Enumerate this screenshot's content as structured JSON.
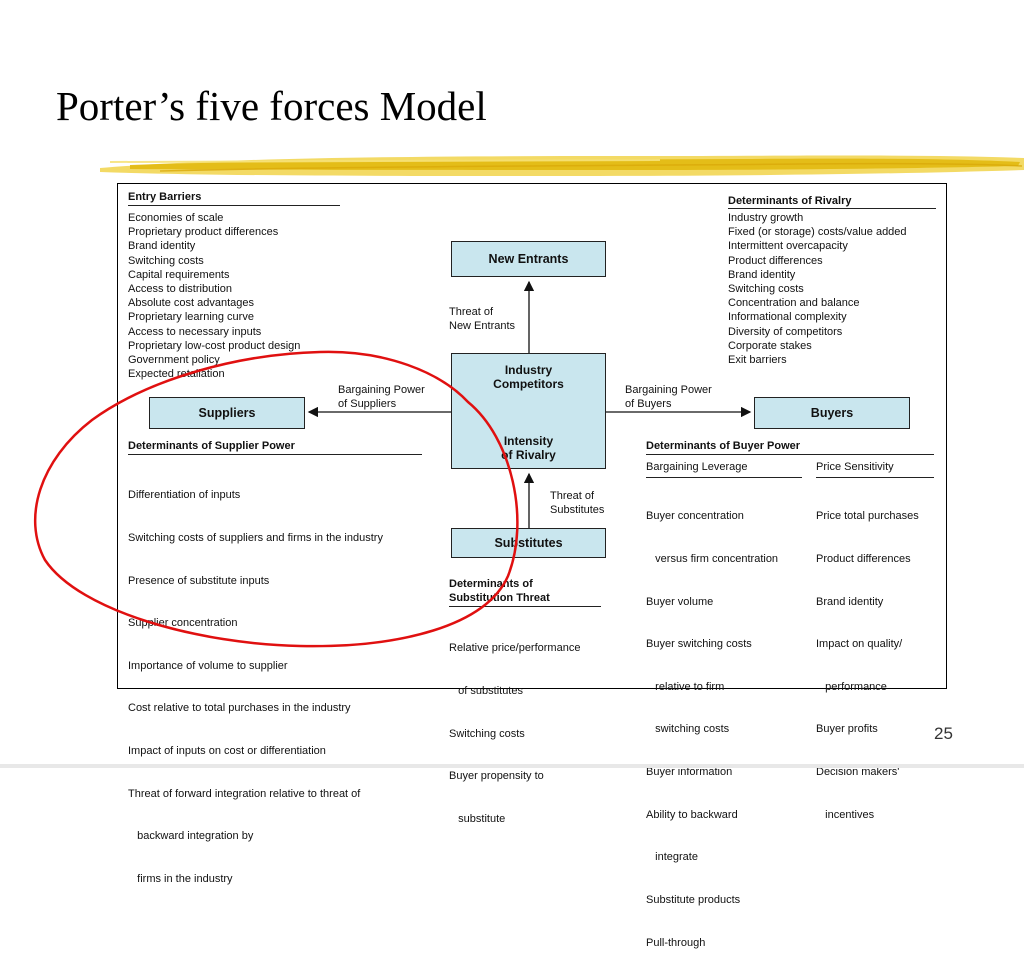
{
  "slide": {
    "title": "Porter’s five forces Model",
    "page_number": "25"
  },
  "entry_barriers": {
    "heading": "Entry Barriers",
    "items": [
      "Economies of scale",
      "Proprietary product differences",
      "Brand identity",
      "Switching costs",
      "Capital requirements",
      "Access to distribution",
      "Absolute cost advantages",
      "Proprietary learning curve",
      "Access to necessary inputs",
      "Proprietary low-cost product design",
      "Government policy",
      "Expected retaliation"
    ]
  },
  "rivalry_determinants": {
    "heading": "Determinants of Rivalry",
    "items": [
      "Industry growth",
      "Fixed (or storage) costs/value added",
      "Intermittent overcapacity",
      "Product differences",
      "Brand identity",
      "Switching costs",
      "Concentration and balance",
      "Informational complexity",
      "Diversity of competitors",
      "Corporate stakes",
      "Exit barriers"
    ]
  },
  "boxes": {
    "new_entrants": "New Entrants",
    "suppliers": "Suppliers",
    "buyers": "Buyers",
    "substitutes": "Substitutes",
    "industry_competitors": [
      "Industry",
      "Competitors"
    ],
    "intensity_of_rivalry": [
      "Intensity",
      "of Rivalry"
    ]
  },
  "arrow_labels": {
    "threat_new_entrants": [
      "Threat of",
      "New Entrants"
    ],
    "supplier_bargaining": [
      "Bargaining Power",
      "of Suppliers"
    ],
    "buyer_bargaining": [
      "Bargaining Power",
      "of Buyers"
    ],
    "threat_substitutes": [
      "Threat of",
      "Substitutes"
    ]
  },
  "supplier_power": {
    "heading": "Determinants of Supplier Power",
    "items": [
      "Differentiation of inputs",
      "Switching costs of suppliers and firms in the industry",
      "Presence of substitute inputs",
      "Supplier concentration",
      "Importance of volume to supplier",
      "Cost relative to total purchases in the industry",
      "Impact of inputs on cost or differentiation",
      "Threat of forward integration relative to threat of",
      "   backward integration by",
      "   firms in the industry"
    ]
  },
  "substitution_threat": {
    "heading": [
      "Determinants of",
      "Substitution Threat"
    ],
    "items": [
      "Relative price/performance",
      "   of substitutes",
      "Switching costs",
      "Buyer propensity to",
      "   substitute"
    ]
  },
  "buyer_power": {
    "heading": "Determinants of Buyer Power",
    "leverage_heading": "Bargaining Leverage",
    "leverage_items": [
      "Buyer concentration",
      "   versus firm concentration",
      "Buyer volume",
      "Buyer switching costs",
      "   relative to firm",
      "   switching costs",
      "Buyer information",
      "Ability to backward",
      "   integrate",
      "Substitute products",
      "Pull-through"
    ],
    "sensitivity_heading": "Price Sensitivity",
    "sensitivity_items": [
      "Price total purchases",
      "Product differences",
      "Brand identity",
      "Impact on quality/",
      "   performance",
      "Buyer profits",
      "Decision makers'",
      "   incentives"
    ]
  },
  "colors": {
    "box_fill": "#c9e6ee",
    "highlight_ellipse": "#e01010",
    "brush_stroke": "#e8c31a"
  }
}
